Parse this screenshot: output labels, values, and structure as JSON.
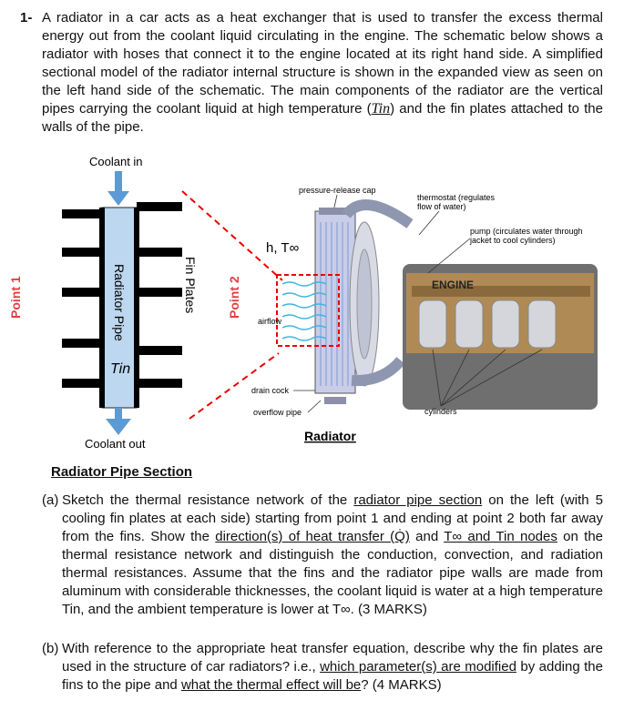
{
  "problem": {
    "number": "1-",
    "text": "A radiator in a car acts as a heat exchanger that is used to transfer the excess thermal energy out from the coolant liquid circulating in the engine. The schematic below shows a radiator with hoses that connect it to the engine located at its right hand side. A simplified sectional model of the radiator internal structure is shown in the expanded view as seen on the left hand side of the schematic. The main components of the radiator are the vertical pipes carrying the coolant liquid at high temperature (",
    "tin_symbol": "Tin",
    "text_end": ") and the fin plates attached to the walls of the pipe."
  },
  "figure": {
    "coolant_in": "Coolant in",
    "coolant_out": "Coolant out",
    "point1": "Point 1",
    "point2": "Point 2",
    "pipe_label": "Radiator Pipe",
    "fin_label": "Fin Plates",
    "tin_label": "Tin",
    "h_tinf": "h, T∞",
    "pressure_cap": "pressure-release cap",
    "thermostat": "thermostat (regulates flow of water)",
    "thermostat_l1": "thermostat (regulates",
    "thermostat_l2": "flow of water)",
    "pump_l1": "pump (circulates water through",
    "pump_l2": "jacket to cool cylinders)",
    "engine": "ENGINE",
    "airflow": "airflow",
    "drain_cock": "drain cock",
    "overflow_pipe": "overflow pipe",
    "cylinders": "cylinders",
    "radiator": "Radiator"
  },
  "section_title": "Radiator Pipe Section",
  "part_a": {
    "label": "(a)",
    "t1": "Sketch the thermal resistance network of the ",
    "u1": "radiator pipe section",
    "t2": " on the left (with 5 cooling fin plates at each side) starting from point 1 and ending at point 2 both far away from the fins. Show the ",
    "u2": "direction(s) of heat transfer (Q̇)",
    "t3": " and ",
    "u3": "T∞ and Tin nodes",
    "t4": " on the thermal resistance network and distinguish the conduction, convection, and radiation thermal resistances. Assume that the fins and the radiator pipe walls are made from aluminum with considerable thicknesses, the coolant liquid is water at a high temperature Tin, and the ambient temperature is lower at T∞. (3 MARKS)"
  },
  "part_b": {
    "label": "(b)",
    "t1": "With reference to the appropriate heat transfer equation, describe why the fin plates are used in the structure of car radiators? i.e., ",
    "u1": "which parameter(s) are modified",
    "t2": " by adding the fins to the pipe and ",
    "u2": "what the thermal effect will be",
    "t3": "? (4 MARKS)"
  }
}
